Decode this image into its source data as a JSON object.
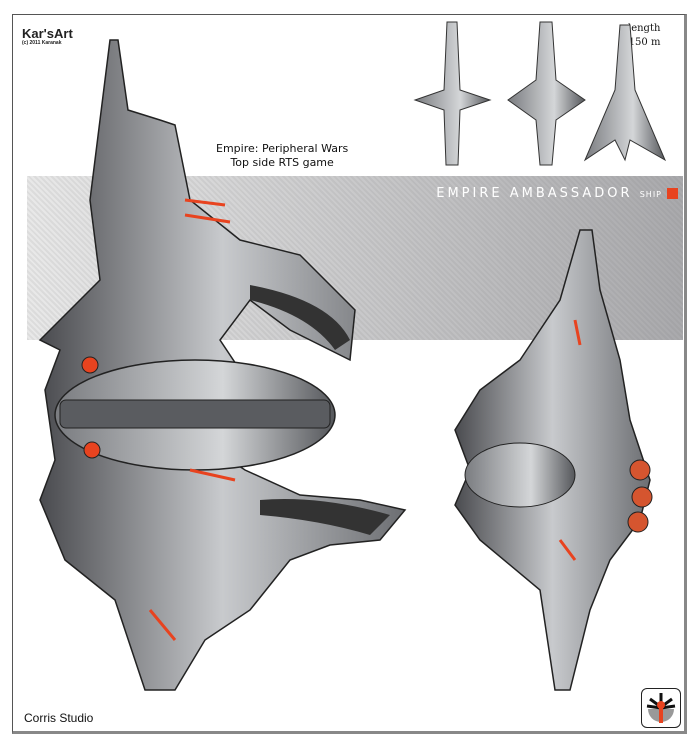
{
  "watermark": {
    "brand": "Kar'sArt",
    "copyright": "(c) 2011 Karanak"
  },
  "subtitle": {
    "line1": "Empire: Peripheral Wars",
    "line2": "Top side RTS game"
  },
  "banner": {
    "title": "Empire Ambassador",
    "suffix": "ship"
  },
  "specs": {
    "label": "length",
    "value": "150 m"
  },
  "footer": {
    "studio": "Corris Studio"
  },
  "colors": {
    "accent": "#e8431f",
    "hull": "#9a9ca0",
    "dark": "#3a3b3e"
  }
}
